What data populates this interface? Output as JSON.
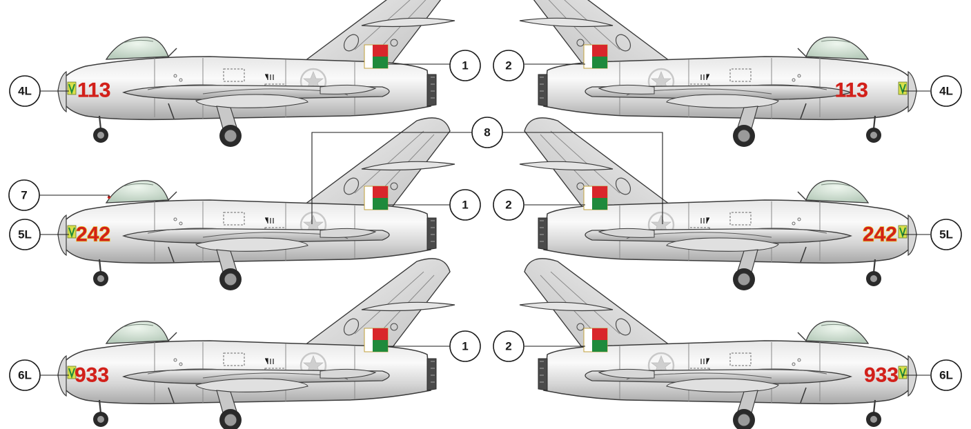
{
  "aircraft": [
    {
      "row": 0,
      "side": "left",
      "serial": "113",
      "nose_code": "4L",
      "flag_callout": "1"
    },
    {
      "row": 0,
      "side": "right",
      "serial": "113",
      "nose_code": "4L",
      "flag_callout": "2"
    },
    {
      "row": 1,
      "side": "left",
      "serial": "242",
      "nose_code": "5L",
      "flag_callout": "1",
      "extra_callout": "7"
    },
    {
      "row": 1,
      "side": "right",
      "serial": "242",
      "nose_code": "5L",
      "flag_callout": "2"
    },
    {
      "row": 2,
      "side": "left",
      "serial": "933",
      "nose_code": "6L",
      "flag_callout": "1"
    },
    {
      "row": 2,
      "side": "right",
      "serial": "933",
      "nose_code": "6L",
      "flag_callout": "2"
    }
  ],
  "shared_callout": "8",
  "colors": {
    "serial_red": "#d2201a",
    "flag_red": "#d9262b",
    "flag_green": "#1f8a3c",
    "flag_white": "#ffffff",
    "fuselage_light": "#f2f2f2",
    "fuselage_shade": "#b9b9b9",
    "outline": "#3a3a3a"
  }
}
